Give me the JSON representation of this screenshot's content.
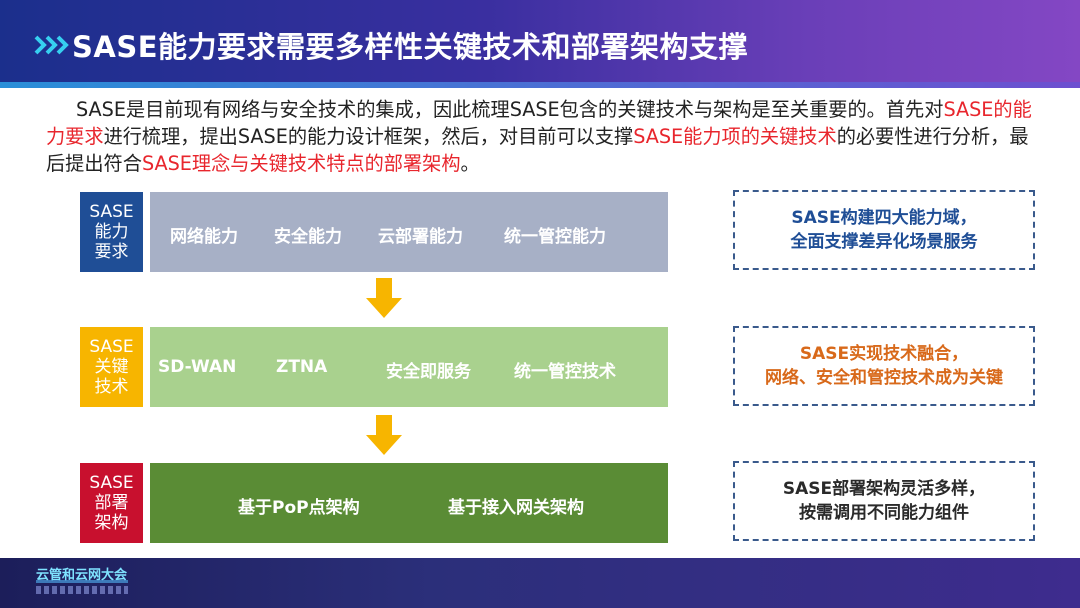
{
  "header": {
    "title": "SASE能力要求需要多样性关键技术和部署架构支撑"
  },
  "intro": {
    "p1": "SASE是目前现有网络与安全技术的集成，因此梳理SASE包含的关键技术与架构是至关重要的。首先对",
    "r1": "SASE的能力要求",
    "p2": "进行梳理，提出SASE的能力设计框架，然后，对目前可以支撑",
    "r2": "SASE能力项的关键技术",
    "p3": "的必要性进行分析，最后提出符合",
    "r3": "SASE理念与关键技术特点的部署架构",
    "p4": "。"
  },
  "rows": [
    {
      "label": [
        "SASE",
        "能力",
        "要求"
      ],
      "items": [
        "网络能力",
        "安全能力",
        "云部署能力",
        "统一管控能力"
      ],
      "note": [
        "SASE构建四大能力域，",
        "全面支撑差异化场景服务"
      ]
    },
    {
      "label": [
        "SASE",
        "关键",
        "技术"
      ],
      "items": [
        "SD-WAN",
        "ZTNA",
        "安全即服务",
        "统一管控技术"
      ],
      "note": [
        "SASE实现技术融合，",
        "网络、安全和管控技术成为关键"
      ]
    },
    {
      "label": [
        "SASE",
        "部署",
        "架构"
      ],
      "items": [
        "基于PoP点架构",
        "基于接入网关架构"
      ],
      "note": [
        "SASE部署架构灵活多样，",
        "按需调用不同能力组件"
      ]
    }
  ],
  "colors": {
    "row1_label": "#1f4e96",
    "row1_bar": "#a7b0c6",
    "row1_note": "#1f4e96",
    "row2_label": "#f7b500",
    "row2_bar": "#a9d18e",
    "row2_note": "#d8691a",
    "row3_label": "#c8102e",
    "row3_bar": "#5a8c35",
    "row3_note": "#2a2a2a",
    "arrow": "#f7b500"
  },
  "footer": {
    "logo_text": "云管和云网大会"
  }
}
